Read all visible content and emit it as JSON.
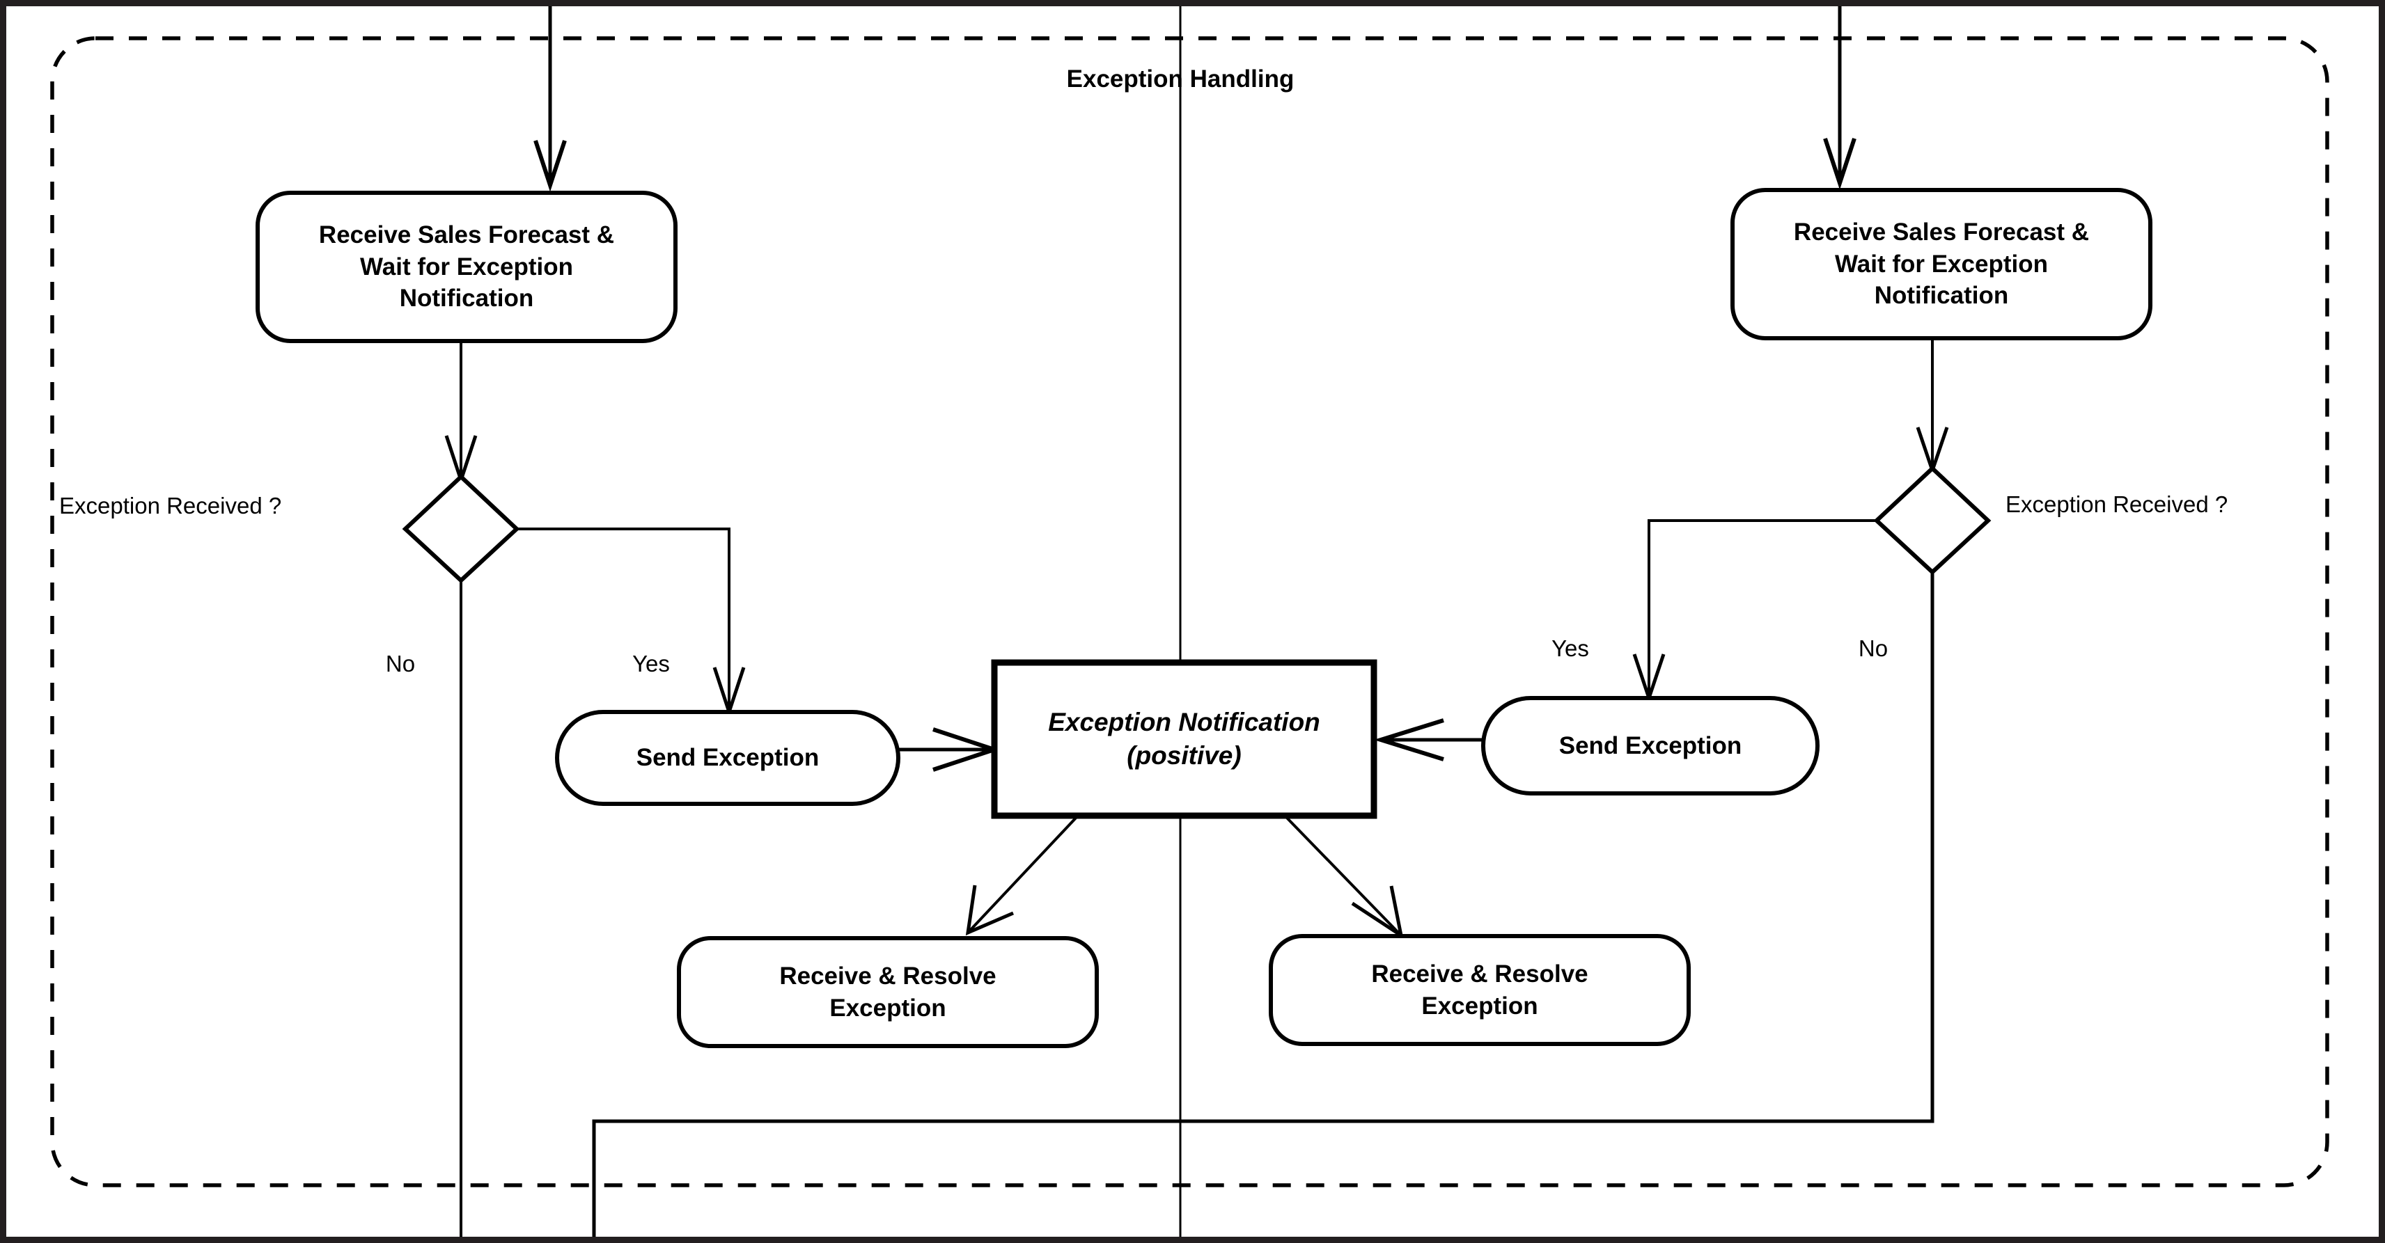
{
  "diagram": {
    "type": "uml-activity-diagram",
    "frame_title": "Exception Handling",
    "partition_divider": "vertical-swimlane-separator",
    "colors": {
      "stroke": "#000000",
      "background": "#ffffff",
      "frame_border": "#231f20"
    },
    "nodes": {
      "left_receive": "Receive Sales Forecast &\nWait for Exception\nNotification",
      "right_receive": "Receive Sales Forecast &\nWait for Exception\nNotification",
      "left_decision_label": "Exception Received ?",
      "right_decision_label": "Exception Received ?",
      "left_send": "Send Exception",
      "right_send": "Send Exception",
      "object_node": "Exception Notification\n(positive)",
      "left_resolve": "Receive & Resolve\nException",
      "right_resolve": "Receive & Resolve\nException"
    },
    "guards": {
      "left_no": "No",
      "left_yes": "Yes",
      "right_yes": "Yes",
      "right_no": "No"
    }
  }
}
